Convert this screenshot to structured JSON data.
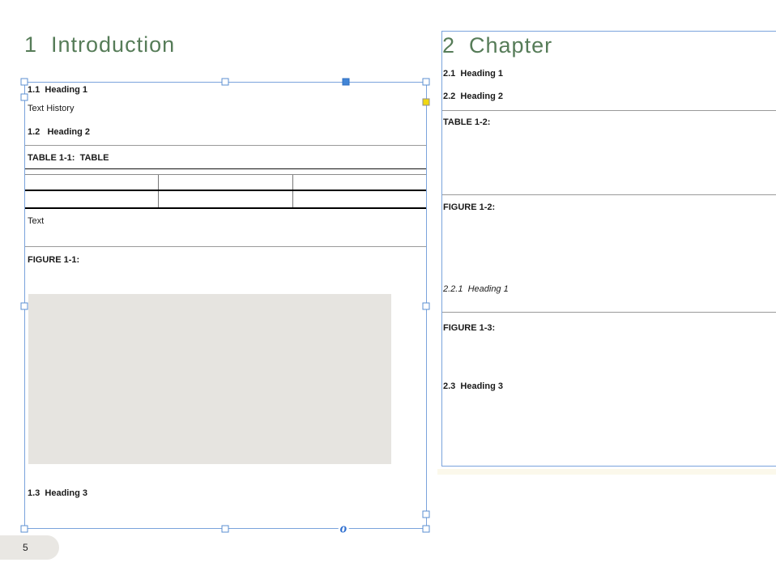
{
  "colors": {
    "accent_green": "#567c58",
    "selection_blue": "#7aa3dc",
    "handle_blue": "#4285d6",
    "handle_yellow": "#f0d812",
    "placeholder_gray": "#e6e4e0",
    "tab_gray": "#e9e7e3"
  },
  "left_page": {
    "title": "1  Introduction",
    "heading_1_1": "1.1  Heading 1",
    "text_history": "Text History",
    "heading_1_2": "1.2   Heading 2",
    "table_caption": "TABLE 1-1:  TABLE",
    "table": {
      "rows": 2,
      "cols": 3,
      "cells": [
        [
          "",
          "",
          ""
        ],
        [
          "",
          "",
          ""
        ]
      ]
    },
    "body_text": "Text",
    "figure_caption": "FIGURE 1-1:",
    "heading_1_3": "1.3  Heading 3"
  },
  "right_page": {
    "title": "2  Chapter",
    "heading_2_1": "2.1  Heading 1",
    "heading_2_2": "2.2  Heading 2",
    "table_caption": "TABLE 1-2:",
    "figure_caption_2": "FIGURE 1-2:",
    "heading_2_2_1": "2.2.1  Heading 1",
    "figure_caption_3": "FIGURE 1-3:",
    "heading_2_3": "2.3  Heading 3"
  },
  "status": {
    "page_number": "5"
  },
  "selection": {
    "overflow_indicator": "o"
  }
}
